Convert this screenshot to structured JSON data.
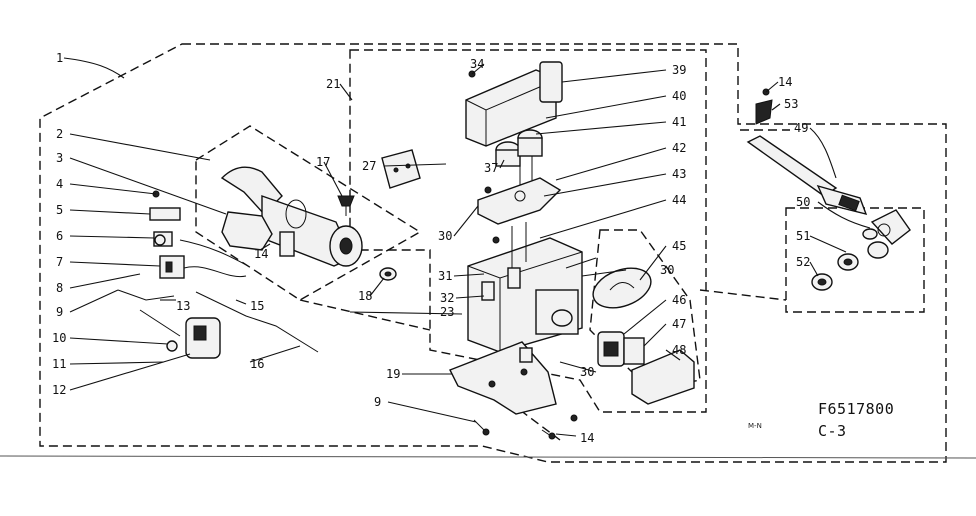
{
  "diagram": {
    "code_label": "F6517800",
    "sheet_label": "C-3",
    "small_mark": "M-N",
    "callouts": {
      "c1": "1",
      "c2": "2",
      "c3": "3",
      "c4": "4",
      "c5": "5",
      "c6": "6",
      "c7": "7",
      "c8": "8",
      "c9": "9",
      "c10": "10",
      "c11": "11",
      "c12": "12",
      "c13": "13",
      "c14a": "14",
      "c15": "15",
      "c16": "16",
      "c17": "17",
      "c18": "18",
      "c19": "19",
      "c9b": "9",
      "c14b": "14",
      "c21": "21",
      "c23": "23",
      "c27": "27",
      "c30a": "30",
      "c30b": "30",
      "c30c": "30",
      "c31": "31",
      "c32": "32",
      "c34": "34",
      "c37": "37",
      "c39": "39",
      "c40": "40",
      "c41": "41",
      "c42": "42",
      "c43": "43",
      "c44": "44",
      "c45": "45",
      "c46": "46",
      "c47": "47",
      "c48": "48",
      "c14c": "14",
      "c53": "53",
      "c49": "49",
      "c50": "50",
      "c51": "51",
      "c52": "52"
    }
  }
}
